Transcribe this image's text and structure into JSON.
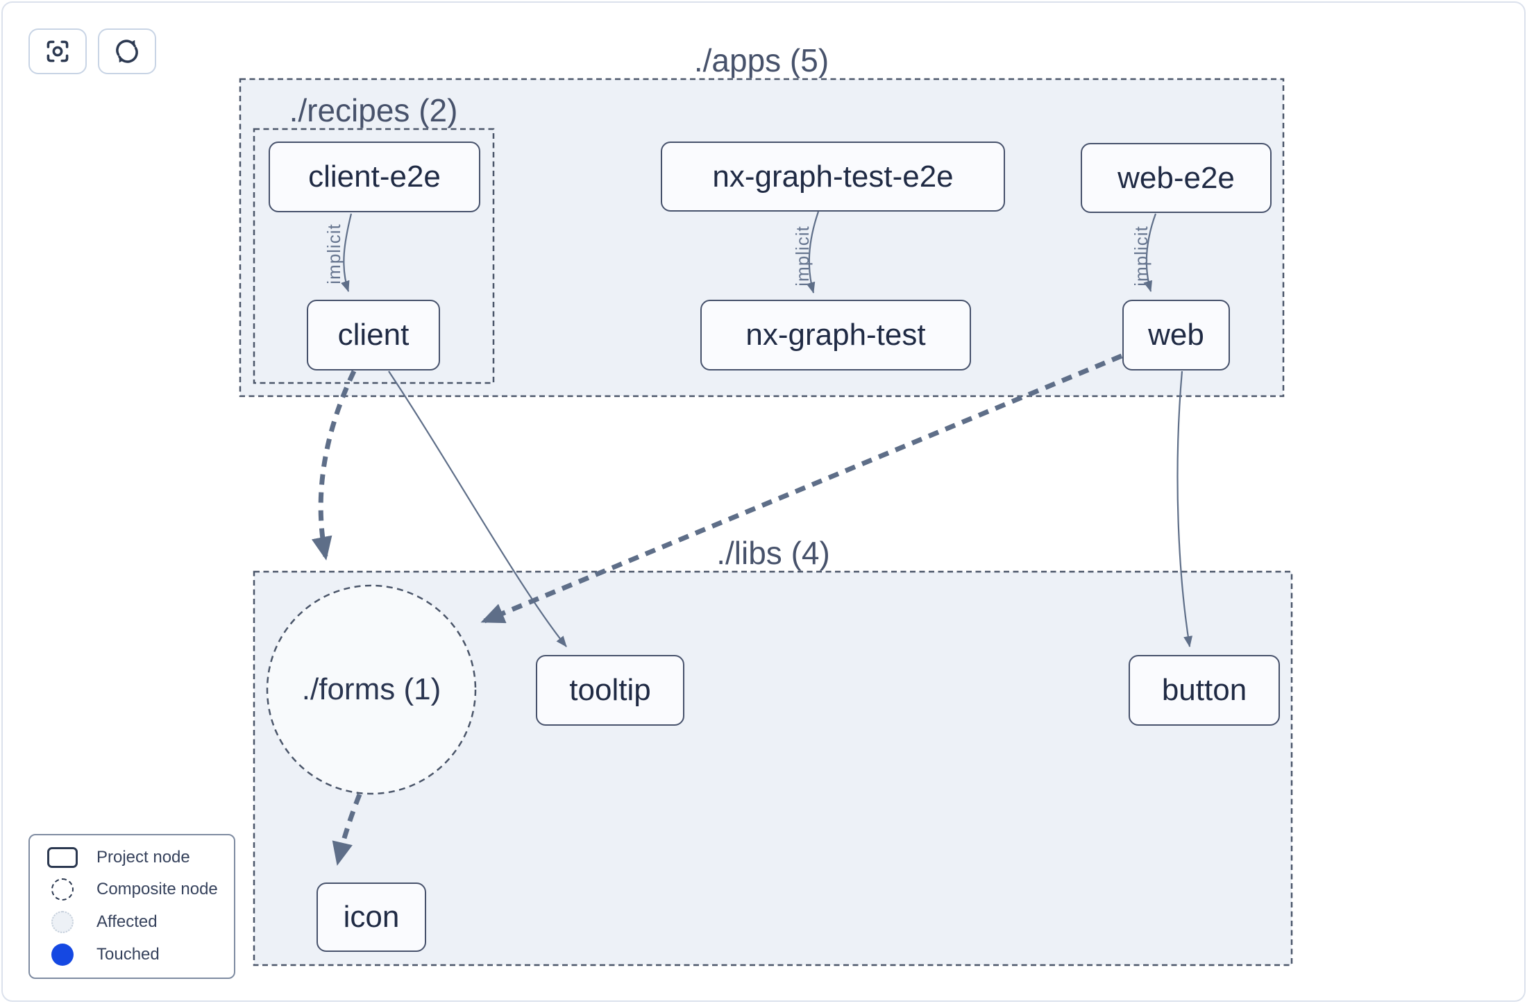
{
  "toolbar": {
    "buttons": [
      {
        "name": "focus",
        "icon": "focus-icon"
      },
      {
        "name": "refresh",
        "icon": "refresh-icon"
      }
    ]
  },
  "graph": {
    "groups": [
      {
        "id": "apps",
        "label": "./apps (5)"
      },
      {
        "id": "recipes",
        "label": "./recipes (2)"
      },
      {
        "id": "libs",
        "label": "./libs (4)"
      }
    ],
    "composite": {
      "id": "forms",
      "label": "./forms (1)"
    },
    "nodes": [
      {
        "id": "client-e2e",
        "label": "client-e2e"
      },
      {
        "id": "client",
        "label": "client"
      },
      {
        "id": "nx-graph-test-e2e",
        "label": "nx-graph-test-e2e"
      },
      {
        "id": "nx-graph-test",
        "label": "nx-graph-test"
      },
      {
        "id": "web-e2e",
        "label": "web-e2e"
      },
      {
        "id": "web",
        "label": "web"
      },
      {
        "id": "tooltip",
        "label": "tooltip"
      },
      {
        "id": "button",
        "label": "button"
      },
      {
        "id": "icon",
        "label": "icon"
      }
    ],
    "edges": [
      {
        "from": "client-e2e",
        "to": "client",
        "label": "implicit",
        "style": "solid"
      },
      {
        "from": "nx-graph-test-e2e",
        "to": "nx-graph-test",
        "label": "implicit",
        "style": "solid"
      },
      {
        "from": "web-e2e",
        "to": "web",
        "label": "implicit",
        "style": "solid"
      },
      {
        "from": "client",
        "to": "./forms",
        "label": "",
        "style": "dashed-thick"
      },
      {
        "from": "web",
        "to": "./forms",
        "label": "",
        "style": "dashed-thick"
      },
      {
        "from": "./forms",
        "to": "icon",
        "label": "",
        "style": "dashed-thick"
      },
      {
        "from": "client",
        "to": "tooltip",
        "label": "",
        "style": "solid-thin"
      },
      {
        "from": "web",
        "to": "button",
        "label": "",
        "style": "solid-thin"
      }
    ]
  },
  "legend": {
    "items": [
      {
        "label": "Project node",
        "swatch": "rect-outline-icon"
      },
      {
        "label": "Composite node",
        "swatch": "dashed-circle-icon"
      },
      {
        "label": "Affected",
        "swatch": "dotted-light-circle-icon"
      },
      {
        "label": "Touched",
        "swatch": "solid-blue-circle-icon"
      }
    ]
  },
  "colors": {
    "touched_blue": "#1548e2",
    "container_fill": "#edf1f7",
    "composite_fill": "#f8fafc",
    "node_fill": "#fafbfe",
    "node_border": "#46516b",
    "edge": "#5e6e88",
    "title_text": "#47526b"
  }
}
